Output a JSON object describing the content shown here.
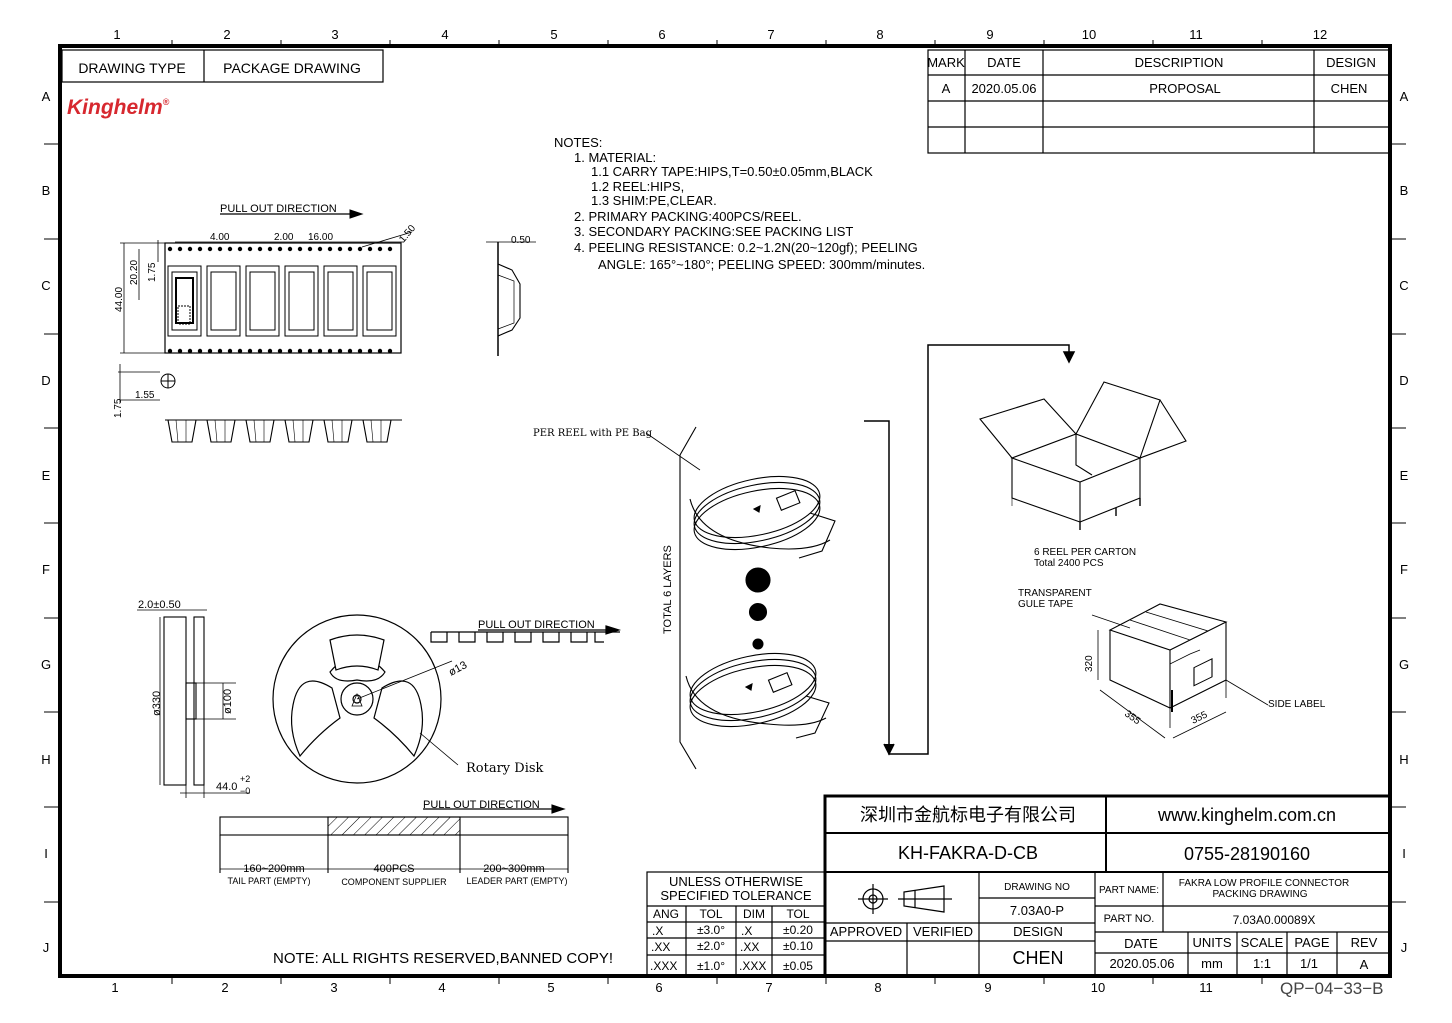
{
  "border": {
    "col_numbers": [
      "1",
      "2",
      "3",
      "4",
      "5",
      "6",
      "7",
      "8",
      "9",
      "10",
      "11",
      "12"
    ],
    "row_letters": [
      "A",
      "B",
      "C",
      "D",
      "E",
      "F",
      "G",
      "H",
      "I",
      "J"
    ]
  },
  "header": {
    "drawing_type_label": "DRAWING TYPE",
    "drawing_type_value": "PACKAGE DRAWING",
    "logo_text": "Kinghelm",
    "logo_reg": "®"
  },
  "revision_table": {
    "headers": [
      "MARK",
      "DATE",
      "DESCRIPTION",
      "DESIGN"
    ],
    "rows": [
      [
        "A",
        "2020.05.06",
        "PROPOSAL",
        "CHEN"
      ]
    ]
  },
  "notes": {
    "title": "NOTES:",
    "lines": [
      "1.  MATERIAL:",
      "1.1  CARRY  TAPE:HIPS,T=0.50±0.05mm,BLACK",
      "1.2  REEL:HIPS,",
      "1.3  SHIM:PE,CLEAR.",
      "2.  PRIMARY  PACKING:400PCS/REEL.",
      "3.  SECONDARY  PACKING:SEE  PACKING  LIST",
      "4.  PEELING  RESISTANCE:  0.2~1.2N(20~120gf);  PEELING",
      "ANGLE:  165°~180°;  PEELING  SPEED:  300mm/minutes."
    ]
  },
  "tape_view": {
    "pull_out": "PULL  OUT  DIRECTION",
    "dim_4": "4.00",
    "dim_2": "2.00",
    "dim_16": "16.00",
    "dim_150": "1.50",
    "dim_44": "44.00",
    "dim_2020": "20.20",
    "dim_175": "1.75",
    "dim_155": "1.55",
    "dim_175b": "1.75",
    "dim_050": "0.50"
  },
  "reel_view": {
    "pull_out": "PULL  OUT  DIRECTION",
    "width_dim": "2.0±0.50",
    "dia_330": "ø330",
    "dia_100": "ø100",
    "dia_13": "ø13",
    "hub_w": "44.0",
    "hub_tol_up": "+2",
    "hub_tol_dn": "−0",
    "rotary": "Rotary Disk"
  },
  "leader_view": {
    "pull_out": "PULL  OUT  DIRECTION",
    "tail_len": "160~200mm",
    "tail_desc": "TAIL PART (EMPTY)",
    "comp_len": "400PCS",
    "comp_desc": "COMPONENT SUPPLIER",
    "lead_len": "200~300mm",
    "lead_desc": "LEADER PART (EMPTY)"
  },
  "stack_view": {
    "bag_label": "PER REEL with PE Bag",
    "layers": "TOTAL  6  LAYERS"
  },
  "carton_view": {
    "reel_per_carton": "6  REEL  PER  CARTON",
    "total": "Total  2400  PCS",
    "tape_1": "TRANSPARENT",
    "tape_2": "GULE  TAPE",
    "side_label": "SIDE  LABEL",
    "h": "320",
    "w1": "355",
    "w2": "355"
  },
  "title_block": {
    "company_cn": "深圳市金航标电子有限公司",
    "website": "www.kinghelm.com.cn",
    "part_code": "KH-FAKRA-D-CB",
    "phone": "0755-28190160",
    "drawing_no_label": "DRAWING NO",
    "drawing_no_value": "7.03A0-P",
    "part_name_label": "PART NAME:",
    "part_name_1": "FAKRA  LOW   PROFILE  CONNECTOR",
    "part_name_2": "PACKING  DRAWING",
    "part_no_label": "PART  NO.",
    "part_no_value": "7.03A0.00089X",
    "approved": "APPROVED",
    "verified": "VERIFIED",
    "design_label": "DESIGN",
    "design_value": "CHEN",
    "date_label": "DATE",
    "units_label": "UNITS",
    "scale_label": "SCALE",
    "page_label": "PAGE",
    "rev_label": "REV",
    "date_value": "2020.05.06",
    "units_value": "mm",
    "scale_value": "1:1",
    "page_value": "1/1",
    "rev_value": "A"
  },
  "tolerance": {
    "title_1": "UNLESS  OTHERWISE",
    "title_2": "SPECIFIED  TOLERANCE",
    "headers": [
      "ANG",
      "TOL",
      "DIM",
      "TOL"
    ],
    "rows": [
      [
        ".X",
        "±3.0°",
        ".X",
        "±0.20"
      ],
      [
        ".XX",
        "±2.0°",
        ".XX",
        "±0.10"
      ],
      [
        ".XXX",
        "±1.0°",
        ".XXX",
        "±0.05"
      ]
    ]
  },
  "footer": {
    "rights": "NOTE:  ALL  RIGHTS  RESERVED,BANNED  COPY!",
    "form_no": "QP−04−33−B"
  }
}
